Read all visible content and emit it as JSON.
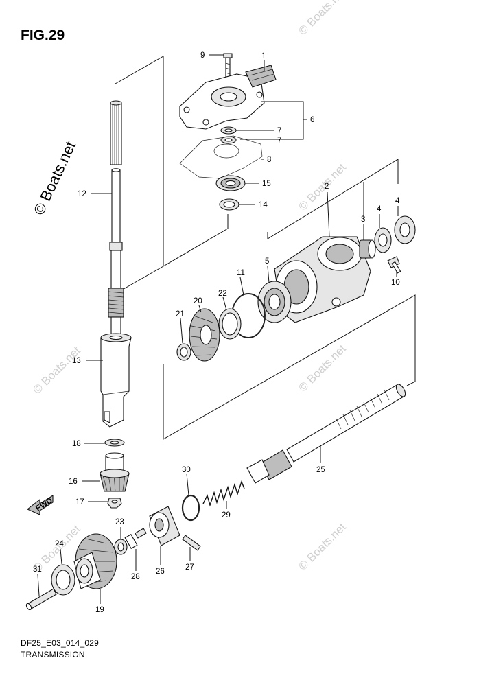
{
  "figure": {
    "title": "FIG.29",
    "drawing_code": "DF25_E03_014_029",
    "caption": "TRANSMISSION"
  },
  "watermarks": {
    "main": "© Boats.net",
    "tile": "© Boats.net"
  },
  "direction_label": "FWD",
  "callouts": [
    {
      "id": "c1",
      "label": "1"
    },
    {
      "id": "c2",
      "label": "2"
    },
    {
      "id": "c3",
      "label": "3"
    },
    {
      "id": "c4a",
      "label": "4"
    },
    {
      "id": "c4b",
      "label": "4"
    },
    {
      "id": "c5",
      "label": "5"
    },
    {
      "id": "c6",
      "label": "6"
    },
    {
      "id": "c7a",
      "label": "7"
    },
    {
      "id": "c7b",
      "label": "7"
    },
    {
      "id": "c8",
      "label": "8"
    },
    {
      "id": "c9",
      "label": "9"
    },
    {
      "id": "c10",
      "label": "10"
    },
    {
      "id": "c11",
      "label": "11"
    },
    {
      "id": "c12",
      "label": "12"
    },
    {
      "id": "c13",
      "label": "13"
    },
    {
      "id": "c14",
      "label": "14"
    },
    {
      "id": "c15",
      "label": "15"
    },
    {
      "id": "c16",
      "label": "16"
    },
    {
      "id": "c17",
      "label": "17"
    },
    {
      "id": "c18",
      "label": "18"
    },
    {
      "id": "c19",
      "label": "19"
    },
    {
      "id": "c20",
      "label": "20"
    },
    {
      "id": "c21",
      "label": "21"
    },
    {
      "id": "c22",
      "label": "22"
    },
    {
      "id": "c23",
      "label": "23"
    },
    {
      "id": "c24",
      "label": "24"
    },
    {
      "id": "c25",
      "label": "25"
    },
    {
      "id": "c26",
      "label": "26"
    },
    {
      "id": "c27",
      "label": "27"
    },
    {
      "id": "c28",
      "label": "28"
    },
    {
      "id": "c29",
      "label": "29"
    },
    {
      "id": "c30",
      "label": "30"
    },
    {
      "id": "c31",
      "label": "31"
    }
  ]
}
